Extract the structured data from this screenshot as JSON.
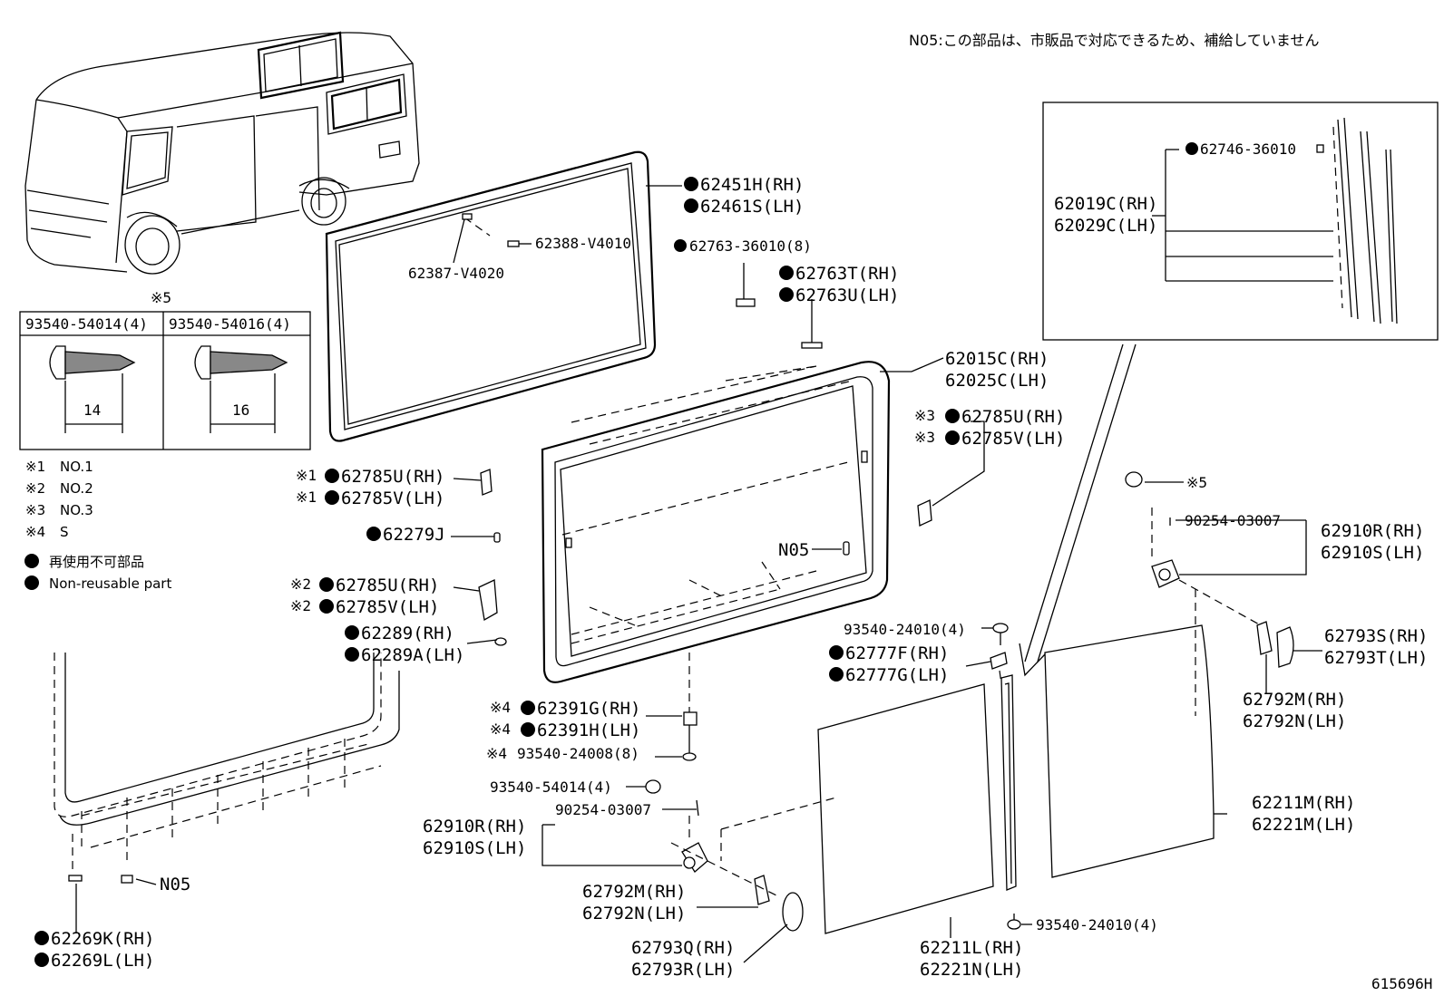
{
  "note_top": "N05:この部品は、市販品で対応できるため、補給していません",
  "diagram_code": "615696H",
  "screw_table": {
    "header_mark": "※5",
    "col1": "93540-54014(4)",
    "col2": "93540-54016(4)",
    "dim1": "14",
    "dim2": "16"
  },
  "legend": [
    {
      "mark": "※1",
      "text": "NO.1"
    },
    {
      "mark": "※2",
      "text": "NO.2"
    },
    {
      "mark": "※3",
      "text": "NO.3"
    },
    {
      "mark": "※4",
      "text": "S"
    }
  ],
  "legend_dot": [
    {
      "text": "再使用不可部品"
    },
    {
      "text": "Non-reusable part"
    }
  ],
  "labels": {
    "l01": "62451H(RH)",
    "l02": "62461S(LH)",
    "l03": "62388-V4010",
    "l04": "62387-V4020",
    "l05": "62763-36010(8)",
    "l06": "62763T(RH)",
    "l07": "62763U(LH)",
    "l08": "62015C(RH)",
    "l09": "62025C(LH)",
    "l10": "62785U(RH)",
    "l11": "62785V(LH)",
    "l12": "62785U(RH)",
    "l13": "62785V(LH)",
    "l14": "62279J",
    "l15": "N05",
    "l16": "62785U(RH)",
    "l17": "62785V(LH)",
    "l18": "62289(RH)",
    "l19": "62289A(LH)",
    "l20": "62391G(RH)",
    "l21": "62391H(LH)",
    "l22": "93540-24008(8)",
    "l23": "93540-54014(4)",
    "l24": "90254-03007",
    "l25": "62910R(RH)",
    "l26": "62910S(LH)",
    "l27": "62792M(RH)",
    "l28": "62792N(LH)",
    "l29": "62793Q(RH)",
    "l30": "62793R(LH)",
    "l31": "62269K(RH)",
    "l32": "62269L(LH)",
    "l33": "N05",
    "l34": "62746-36010",
    "l35": "62019C(RH)",
    "l36": "62029C(LH)",
    "l37": "※5",
    "l38": "90254-03007",
    "l39": "62910R(RH)",
    "l40": "62910S(LH)",
    "l41": "62793S(RH)",
    "l42": "62793T(LH)",
    "l43": "62792M(RH)",
    "l44": "62792N(LH)",
    "l45": "93540-24010(4)",
    "l46": "62777F(RH)",
    "l47": "62777G(LH)",
    "l48": "62211M(RH)",
    "l49": "62221M(LH)",
    "l50": "93540-24010(4)",
    "l51": "62211L(RH)",
    "l52": "62221N(LH)"
  },
  "marks": {
    "m1": "※1",
    "m2": "※1",
    "m3": "※3",
    "m4": "※3",
    "m5": "※2",
    "m6": "※2",
    "m7": "※4",
    "m8": "※4",
    "m9": "※4"
  }
}
